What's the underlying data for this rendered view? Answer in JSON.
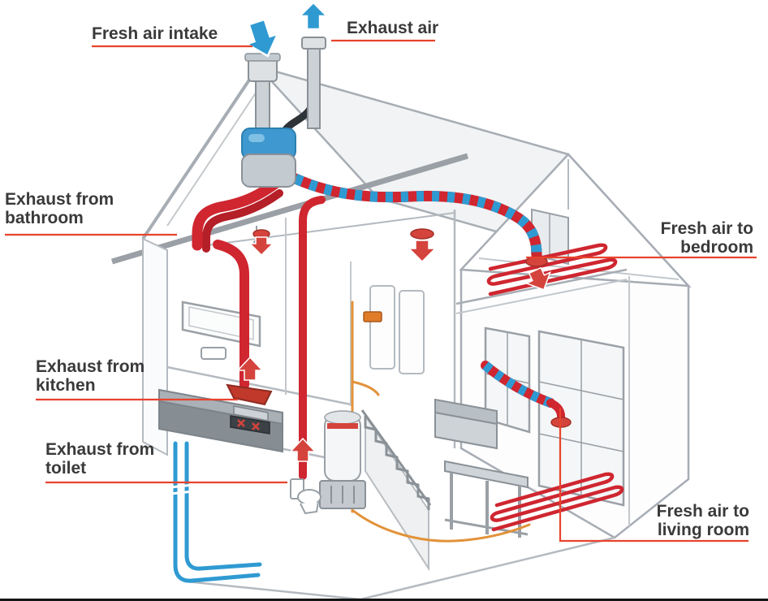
{
  "diagram": {
    "description": "Cutaway house diagram of a balanced ventilation / heat-recovery system",
    "labels": {
      "fresh_air_intake": "Fresh air intake",
      "exhaust_air": "Exhaust air",
      "exhaust_bathroom": "Exhaust from bathroom",
      "exhaust_kitchen": "Exhaust from kitchen",
      "exhaust_toilet": "Exhaust from toilet",
      "fresh_air_bedroom": "Fresh air to bedroom",
      "fresh_air_living_room": "Fresh air to living room"
    },
    "colors": {
      "label_text": "#3a3a3a",
      "leader_line": "#e8432d",
      "duct_red": "#cf2630",
      "duct_blue": "#2f9ad2",
      "arrow_blue": "#2f9ad2",
      "arrow_red": "#d5443c",
      "pipe_orange": "#e2923a",
      "structure_gray": "#9aa0a6"
    }
  }
}
